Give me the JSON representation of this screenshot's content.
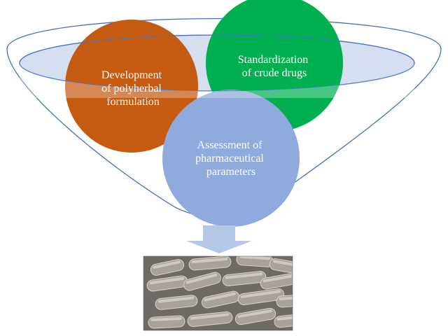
{
  "funnel": {
    "circles": [
      {
        "lines": [
          "Development",
          "of polyherbal",
          "formulation"
        ],
        "color": "#c55a11"
      },
      {
        "lines": [
          "Standardization",
          "of crude drugs"
        ],
        "color": "#00b050"
      },
      {
        "lines": [
          "Assessment  of",
          "pharmaceutical",
          "parameters"
        ],
        "color": "#8faadc"
      }
    ],
    "funnel_fill": "#ffffff",
    "funnel_stroke": "#4472c4",
    "rim_fill": "#d6dff0"
  },
  "arrow": {
    "color": "#b4c7e7",
    "icon": "arrow-down-icon"
  },
  "capsules_image": {
    "icon": "capsules-photo",
    "background": "#6e6a66",
    "capsule_color": "#a8a29a"
  }
}
